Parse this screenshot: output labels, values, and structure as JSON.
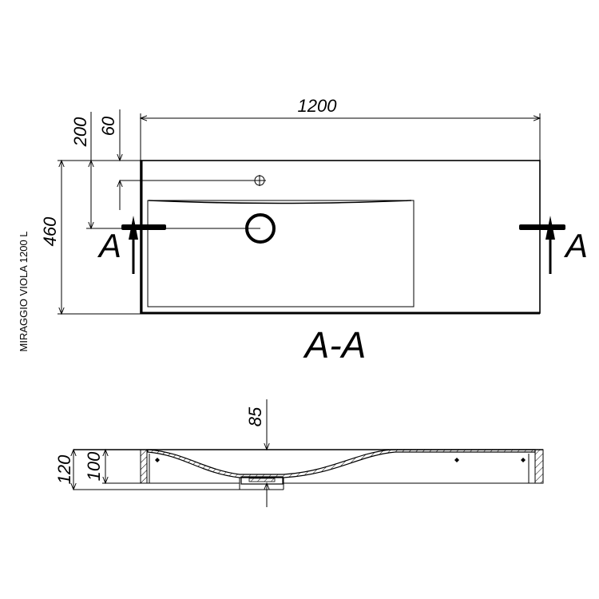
{
  "model_label": "MIRAGGIO VIOLA 1200 L",
  "top_view": {
    "width_dim": "1200",
    "depth_dim": "460",
    "drain_offset_dim": "200",
    "tap_offset_dim": "60",
    "section_mark_left": "A",
    "section_mark_right": "A"
  },
  "section_view": {
    "title": "A-A",
    "drain_dim": "85",
    "total_height_dim": "120",
    "rim_height_dim": "100"
  }
}
